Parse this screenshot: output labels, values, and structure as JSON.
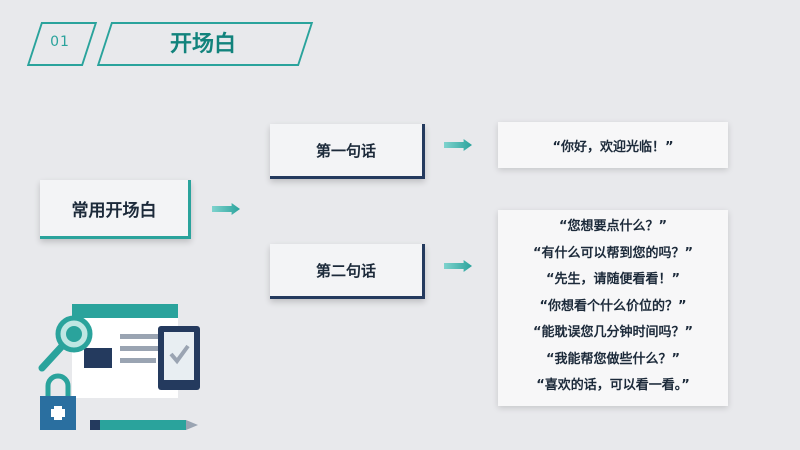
{
  "header": {
    "number": "01",
    "title": "开场白"
  },
  "main_box": {
    "label": "常用开场白"
  },
  "sentences": [
    {
      "label": "第一句话",
      "quotes": [
        "“你好，欢迎光临！”"
      ]
    },
    {
      "label": "第二句话",
      "quotes": [
        "“您想要点什么？”",
        "“有什么可以帮到您的吗？”",
        "“先生，请随便看看！”",
        "“你想看个什么价位的？”",
        "“能耽误您几分钟时间吗？”",
        "“我能帮您做些什么？”",
        "“喜欢的话，可以看一看。”"
      ]
    }
  ],
  "colors": {
    "accent": "#2aa39c",
    "navy": "#243a5e",
    "background": "#e8e9ec"
  },
  "illustration": {
    "icons": [
      "magnifier-icon",
      "document-icon",
      "phone-check-icon",
      "padlock-icon",
      "pen-icon"
    ]
  }
}
